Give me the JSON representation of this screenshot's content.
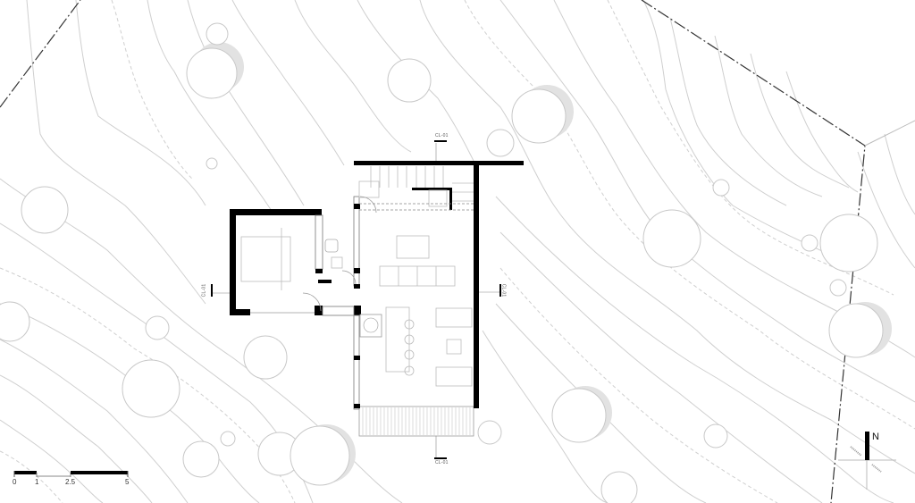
{
  "drawing": {
    "type": "site-plan",
    "background": "#ffffff",
    "wall_color": "#000000",
    "contour_color": "#cfcfcf",
    "vegetation_shade": "#e2e2e2"
  },
  "section_markers": {
    "top": "CL-01",
    "bottom": "CL-01",
    "left": "CL-01",
    "right": "CL-01"
  },
  "north_arrow": {
    "label": "N",
    "icon": "north-arrow-icon"
  },
  "scale_bar": {
    "ticks": [
      "0",
      "1",
      "2.5",
      "5"
    ]
  }
}
